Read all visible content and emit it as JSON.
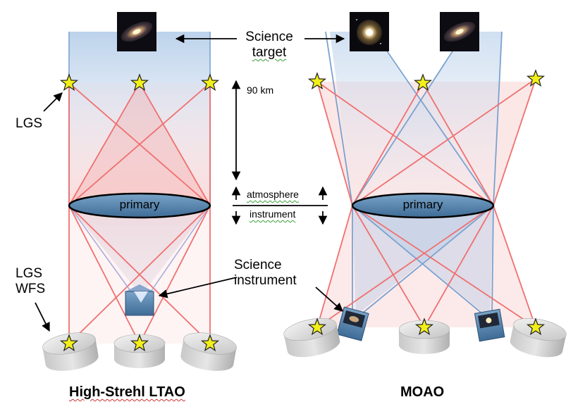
{
  "labels": {
    "science_target": "Science\ntarget",
    "lgs": "LGS",
    "lgs_wfs": "LGS\nWFS",
    "distance": "90 km",
    "atmosphere": "atmosphere",
    "instrument": "instrument",
    "primary": "primary",
    "science_instrument": "Science\ninstrument",
    "title_left": "High-Strehl LTAO",
    "title_right": "MOAO"
  },
  "colors": {
    "laser": "#f07070",
    "science_beam": "#6a98cc",
    "mirror_fill": "#5a86ad",
    "star": "#f2ef1a",
    "wfs": "#d8d8d8",
    "instrument_box": "#4a74a8"
  }
}
